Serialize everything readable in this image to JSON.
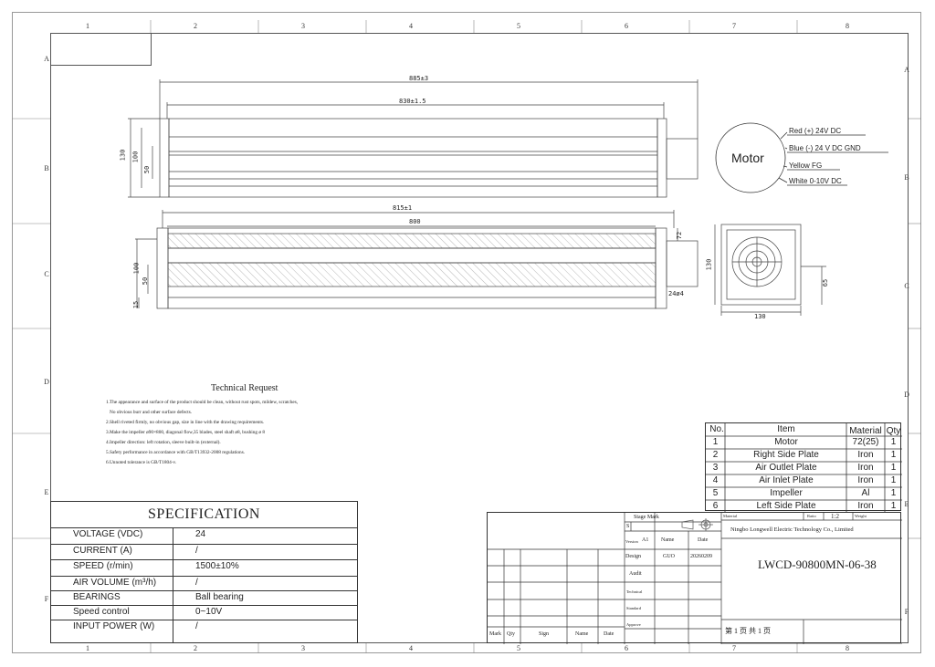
{
  "zones": {
    "columns": [
      "1",
      "2",
      "3",
      "4",
      "5",
      "6",
      "7",
      "8"
    ],
    "rows": [
      "A",
      "B",
      "C",
      "D",
      "E",
      "F"
    ]
  },
  "dimensions": {
    "top_view": {
      "overall": "885±3",
      "body": "830±1.5",
      "h130": "130",
      "h100": "100",
      "h50": "50"
    },
    "bottom_view": {
      "overall": "815±1",
      "body": "800",
      "h100": "100",
      "h50": "50",
      "h15": "15",
      "d72": "72",
      "d24": "24ø4"
    },
    "side_view": {
      "width": "130",
      "height": "130",
      "h65": "65"
    }
  },
  "motor": {
    "label": "Motor",
    "wires": [
      "Red (+) 24V DC",
      "Blue (-) 24 V DC GND",
      "Yellow FG",
      "White 0-10V DC"
    ]
  },
  "technical_request": {
    "title": "Technical Request",
    "items": [
      "1.The appearance and surface of the product should be clean, without rust spots, mildew, scratches,",
      "No obvious burr and other surface defects.",
      "2.Shell riveted firmly, no obvious gap, size in line with the drawing requirements.",
      "3.Make the impeller ø90×800, diagonal flow,35 blades, steel shaft ø8, bushing ø 8",
      "4.Impeller direction: left rotation, sleeve built-in (external).",
      "5.Safety performance in accordance with GB/T13932-2008 regulations.",
      "6.Unnoted tolerance is GB/T1804-v."
    ]
  },
  "specification": {
    "title": "SPECIFICATION",
    "rows": [
      {
        "label": "VOLTAGE (VDC)",
        "value": "24"
      },
      {
        "label": "CURRENT  (A)",
        "value": "/"
      },
      {
        "label": "SPEED   (r/min)",
        "value": "1500±10%"
      },
      {
        "label": "AIR  VOLUME   (m³/h)",
        "value": "/"
      },
      {
        "label": "BEARINGS",
        "value": "Ball bearing"
      },
      {
        "label": "Speed control",
        "value": "0~10V"
      },
      {
        "label": "INPUT POWER  (W)",
        "value": "/"
      }
    ]
  },
  "bom": {
    "headers": [
      "No.",
      "Item",
      "Material",
      "Qty"
    ],
    "rows": [
      [
        "1",
        "Motor",
        "72(25)",
        "1"
      ],
      [
        "2",
        "Right Side Plate",
        "Iron",
        "1"
      ],
      [
        "3",
        "Air Outlet Plate",
        "Iron",
        "1"
      ],
      [
        "4",
        "Air Inlet Plate",
        "Iron",
        "1"
      ],
      [
        "5",
        "Impeller",
        "Al",
        "1"
      ],
      [
        "6",
        "Left Side Plate",
        "Iron",
        "1"
      ]
    ]
  },
  "title_block": {
    "stage_mark": "Stage Mark",
    "s": "S",
    "version_label": "Version",
    "version": "A1",
    "name_label": "Name",
    "date_label": "Date",
    "material_label": "Material",
    "ratio_label": "Ratio",
    "ratio": "1:2",
    "weight_label": "Weight",
    "company": "Ningbo Longwell Electric Technology  Co., Limited",
    "design_label": "Design",
    "designer": "GUO",
    "design_date": "20260209",
    "audit_label": "Audit",
    "technical_label": "Technical",
    "standard_label": "Standard",
    "approve_label": "Approve",
    "drawing_no": "LWCD-90800MN-06-38",
    "sheet": "第 1 页   共 1 页",
    "bottom_labels": [
      "Mark",
      "Qty",
      "Sign",
      "Name",
      "Date"
    ]
  }
}
